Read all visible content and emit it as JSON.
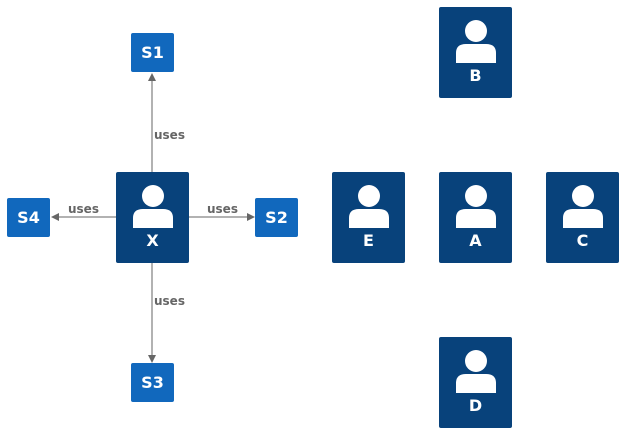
{
  "colors": {
    "person_fill": "#08427b",
    "system_fill": "#1168bd",
    "edge_color": "#666666",
    "text_color": "#ffffff"
  },
  "persons": {
    "x": {
      "label": "X",
      "icon": "person-icon"
    },
    "b": {
      "label": "B",
      "icon": "person-icon"
    },
    "e": {
      "label": "E",
      "icon": "person-icon"
    },
    "a": {
      "label": "A",
      "icon": "person-icon"
    },
    "c": {
      "label": "C",
      "icon": "person-icon"
    },
    "d": {
      "label": "D",
      "icon": "person-icon"
    }
  },
  "systems": {
    "s1": {
      "label": "S1"
    },
    "s2": {
      "label": "S2"
    },
    "s3": {
      "label": "S3"
    },
    "s4": {
      "label": "S4"
    }
  },
  "relations": {
    "x_s1": {
      "label": "uses"
    },
    "x_s2": {
      "label": "uses"
    },
    "x_s3": {
      "label": "uses"
    },
    "x_s4": {
      "label": "uses"
    }
  }
}
